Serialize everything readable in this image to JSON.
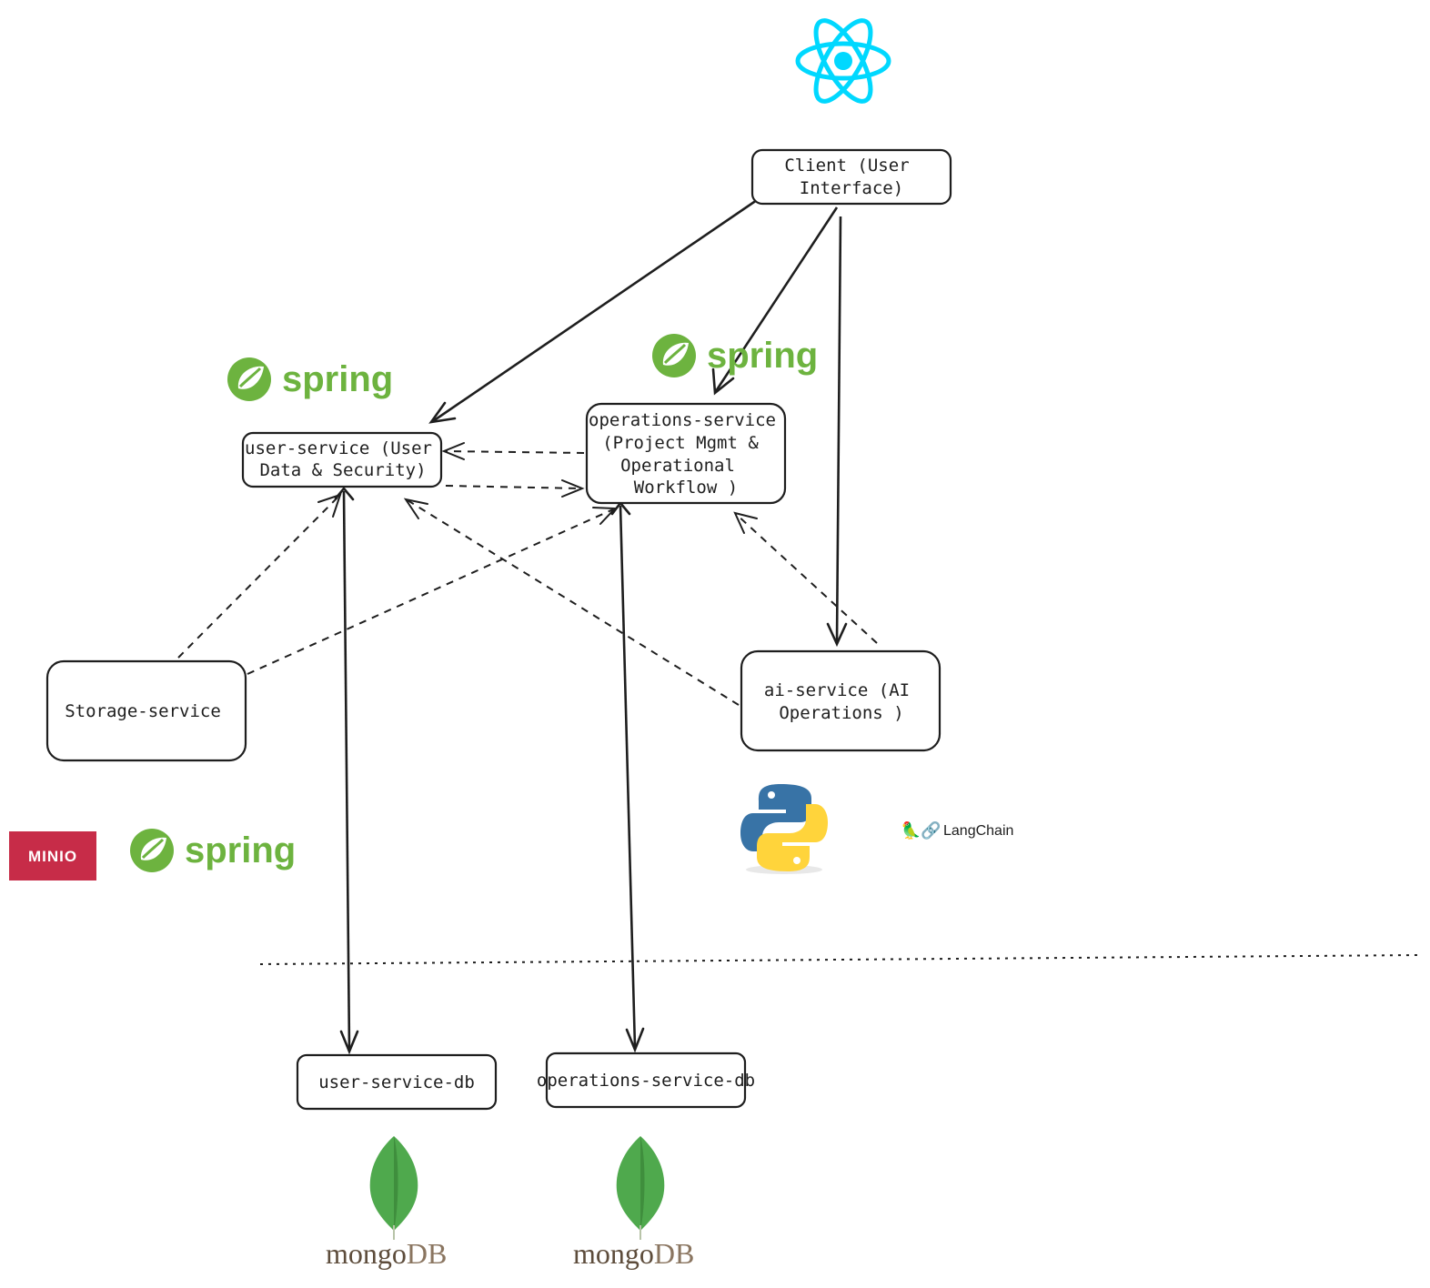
{
  "nodes": {
    "client": {
      "line1": "Client (User",
      "line2": "Interface)"
    },
    "user_service": {
      "line1": "user-service (User",
      "line2": "Data & Security)"
    },
    "operations_service": {
      "line1": "operations-service",
      "line2": "(Project Mgmt &",
      "line3": "Operational",
      "line4": "Workflow )"
    },
    "storage_service": {
      "line1": "Storage-service"
    },
    "ai_service": {
      "line1": "ai-service (AI",
      "line2": "Operations )"
    },
    "user_service_db": {
      "line1": "user-service-db"
    },
    "operations_service_db": {
      "line1": "operations-service-db"
    }
  },
  "logos": {
    "spring_label": "spring",
    "mongo_left": {
      "a": "mongo",
      "b": "DB"
    },
    "mongo_right": {
      "a": "mongo",
      "b": "DB"
    },
    "minio_label": "MINIO",
    "langchain_label": "LangChain",
    "langchain_emoji": "🦜🔗",
    "icons": [
      "react-icon",
      "spring-icon",
      "mongodb-icon",
      "python-icon",
      "minio-icon",
      "langchain-icon"
    ]
  },
  "colors": {
    "react": "#00d8ff",
    "spring": "#6db33f",
    "mongo_leaf": "#4fa94d",
    "mongo_text": "#5d4c3b",
    "minio": "#c72c48",
    "python_blue": "#3873a6",
    "python_yellow": "#ffd43b"
  }
}
